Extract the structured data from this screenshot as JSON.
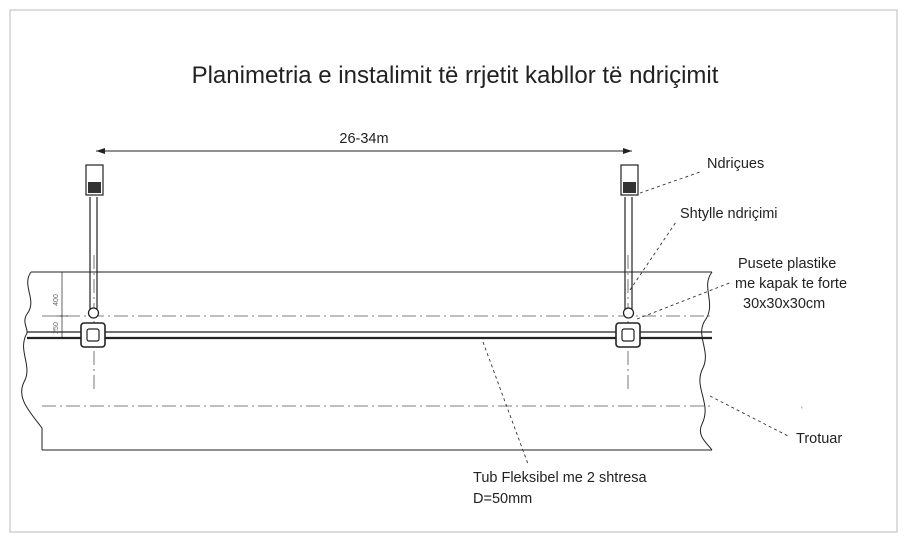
{
  "diagram": {
    "title": "Planimetria e instalimit të rrjetit kabllor të ndriçimit",
    "span_label": "26-34m",
    "labels": {
      "luminaire": "Ndriçues",
      "pole": "Shtylle ndriçimi",
      "manhole_line1": "Pusete plastike",
      "manhole_line2": "me kapak te forte",
      "manhole_line3": "30x30x30cm",
      "sidewalk": "Trotuar",
      "pipe_line1": "Tub Fleksibel me 2 shtresa",
      "pipe_line2": "D=50mm"
    },
    "dimensions": {
      "outer": "400",
      "inner": "250"
    }
  }
}
